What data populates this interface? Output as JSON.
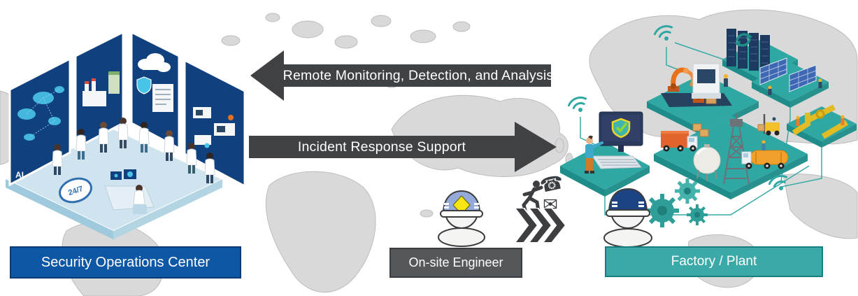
{
  "arrows": {
    "remote_monitoring": {
      "label": "Remote Monitoring, Detection, and Analysis",
      "direction": "left",
      "color": "#3e4245"
    },
    "incident_response": {
      "label": "Incident Response Support",
      "direction": "right",
      "color": "#3e4245"
    }
  },
  "soc": {
    "label": "Security Operations Center",
    "screen_badge": "AI",
    "availability_badge": "24/7",
    "color": "#0e57a5",
    "border_color": "#0a3a74"
  },
  "onsite_engineer": {
    "label": "On-site Engineer",
    "color": "#55585b",
    "border_color": "#3a3d40"
  },
  "factory": {
    "label": "Factory / Plant",
    "color": "#3aa9a7",
    "border_color": "#17807e"
  },
  "icons": {
    "phone_glyph": "☎",
    "envelope_glyph": "✉"
  },
  "palette": {
    "arrow_dark": "#3e4245",
    "map_land": "#d9d9d9",
    "map_outline": "#bdbdbd",
    "platform_teal": "#2fa7a2",
    "screen_navy": "#10417e",
    "floor_blue": "#cfe4ef",
    "helmet_blue": "#93aadb",
    "helmet_navy": "#1c4484",
    "robot_orange": "#e8721c"
  }
}
